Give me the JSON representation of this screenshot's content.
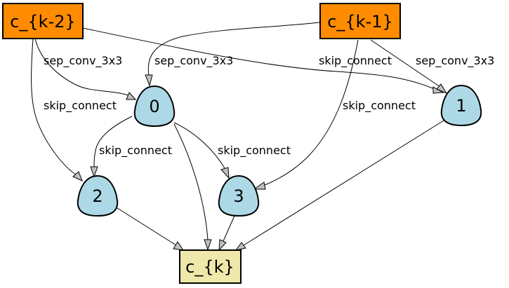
{
  "colors": {
    "input_fill": "#ff8c00",
    "intermediate_fill": "#add8e6",
    "output_fill": "#eee8aa",
    "stroke": "#000000",
    "arrowhead": "#c0c0c0"
  },
  "nodes": {
    "ck2": {
      "label": "c_{k-2}"
    },
    "ck1": {
      "label": "c_{k-1}"
    },
    "n0": {
      "label": "0"
    },
    "n1": {
      "label": "1"
    },
    "n2": {
      "label": "2"
    },
    "n3": {
      "label": "3"
    },
    "ck": {
      "label": "c_{k}"
    }
  },
  "edges": [
    {
      "from": "c_{k-2}",
      "to": "0",
      "op": "sep_conv_3x3"
    },
    {
      "from": "c_{k-1}",
      "to": "0",
      "op": "sep_conv_3x3"
    },
    {
      "from": "c_{k-2}",
      "to": "1",
      "op": "skip_connect"
    },
    {
      "from": "c_{k-1}",
      "to": "1",
      "op": "sep_conv_3x3"
    },
    {
      "from": "c_{k-2}",
      "to": "2",
      "op": "skip_connect"
    },
    {
      "from": "0",
      "to": "2",
      "op": "skip_connect"
    },
    {
      "from": "c_{k-1}",
      "to": "3",
      "op": "skip_connect"
    },
    {
      "from": "0",
      "to": "3",
      "op": "skip_connect"
    },
    {
      "from": "0",
      "to": "c_{k}",
      "op": ""
    },
    {
      "from": "1",
      "to": "c_{k}",
      "op": ""
    },
    {
      "from": "2",
      "to": "c_{k}",
      "op": ""
    },
    {
      "from": "3",
      "to": "c_{k}",
      "op": ""
    }
  ]
}
